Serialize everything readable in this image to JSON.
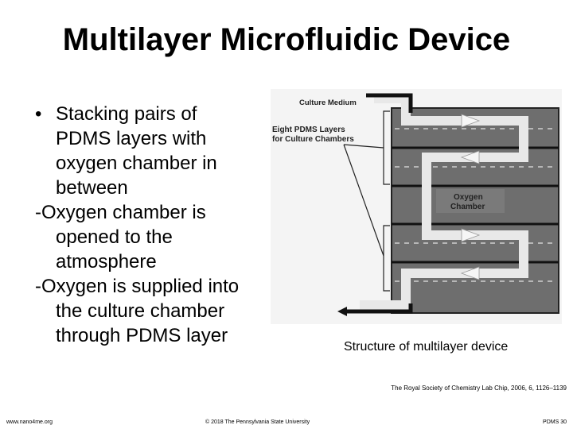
{
  "slide": {
    "title": "Multilayer Microfluidic Device"
  },
  "bullets": {
    "main": [
      "Stacking pairs of",
      "PDMS layers with",
      "oxygen chamber in",
      "between"
    ],
    "sub1": [
      "-Oxygen chamber is",
      "opened to the",
      "atmosphere"
    ],
    "sub2": [
      "-Oxygen is supplied into",
      "the culture chamber",
      "through PDMS layer"
    ]
  },
  "figure": {
    "culture_medium_label": "Culture Medium",
    "pdms_layers_label_line1": "Eight PDMS Layers",
    "pdms_layers_label_line2": "for Culture Chambers",
    "oxygen_label_line1": "Oxygen",
    "oxygen_label_line2": "Chamber",
    "caption": "Structure of multilayer device"
  },
  "citation": "The Royal Society of Chemistry Lab Chip, 2006, 6, 1126–1139",
  "footer": {
    "left": "www.nano4me.org",
    "center": "© 2018 The Pennsylvania State University",
    "right": "PDMS 30"
  }
}
